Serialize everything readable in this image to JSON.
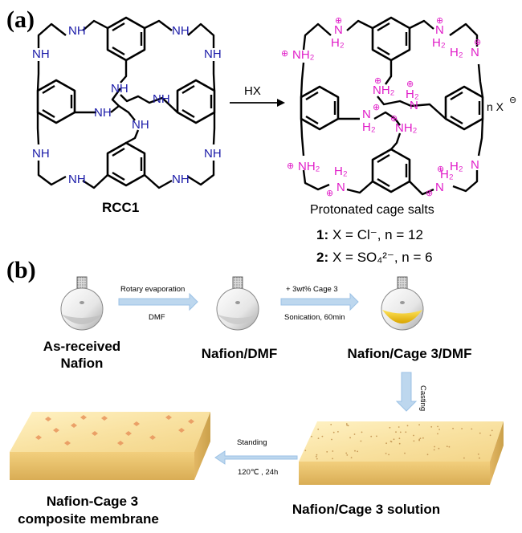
{
  "panel_a": {
    "label": "(a)",
    "cage_name": "RCC1",
    "amine_label": "NH",
    "protonated_amine_label": "NH₂",
    "h2_label": "H₂",
    "n_label": "N",
    "plus_symbol": "⊕",
    "reagent": "HX",
    "counter_ion": "n X",
    "minus_symbol": "⊖",
    "product_caption": "Protonated cage salts",
    "product_1": {
      "num": "1:",
      "formula": "X = Cl⁻, n = 12"
    },
    "product_2": {
      "num": "2:",
      "formula": "X = SO₄²⁻, n = 6"
    }
  },
  "panel_b": {
    "label": "(b)",
    "step1": {
      "top": "Rotary evaporation",
      "bottom": "DMF"
    },
    "step2": {
      "top": "+ 3wt% Cage 3",
      "bottom": "Sonication, 60min"
    },
    "step3": {
      "label": "Casting"
    },
    "step4": {
      "top": "Standing",
      "bottom": "120℃ , 24h"
    },
    "flask1": {
      "line1": "As-received",
      "line2": "Nafion"
    },
    "flask2": {
      "line1": "Nafion/DMF"
    },
    "flask3": {
      "line1": "Nafion/Cage 3/DMF"
    },
    "solution": {
      "line1": "Nafion/Cage 3 solution"
    },
    "membrane": {
      "line1": "Nafion-Cage 3",
      "line2": "composite membrane"
    }
  },
  "colors": {
    "amine_blue": "#1a1aa8",
    "protonated_pink": "#e01cc8",
    "arrow_blue": "#bdd7ee",
    "cage_solution_yellow": "#f0c419",
    "slab_beige": "#f7e3a8",
    "particle_orange": "#e8945c"
  }
}
